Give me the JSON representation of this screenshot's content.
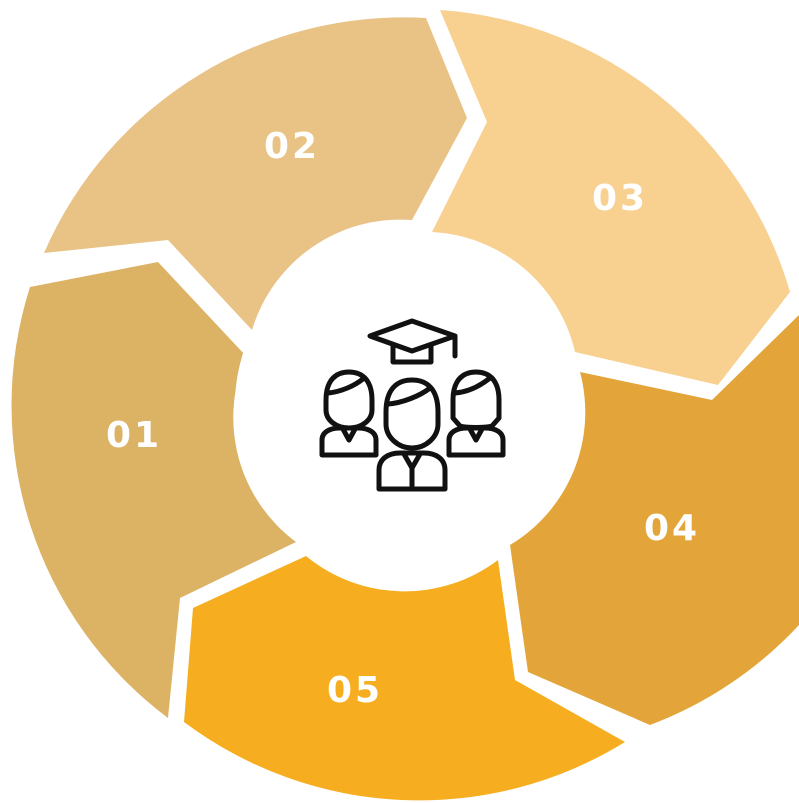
{
  "diagram": {
    "type": "cycle",
    "center_icon": "graduation-group-icon",
    "segments": [
      {
        "label": "01",
        "color": "#dcb264"
      },
      {
        "label": "02",
        "color": "#e9c285"
      },
      {
        "label": "03",
        "color": "#f8d191"
      },
      {
        "label": "04",
        "color": "#e3a53a"
      },
      {
        "label": "05",
        "color": "#f6ae20"
      }
    ],
    "center_color": "#ffffff"
  }
}
